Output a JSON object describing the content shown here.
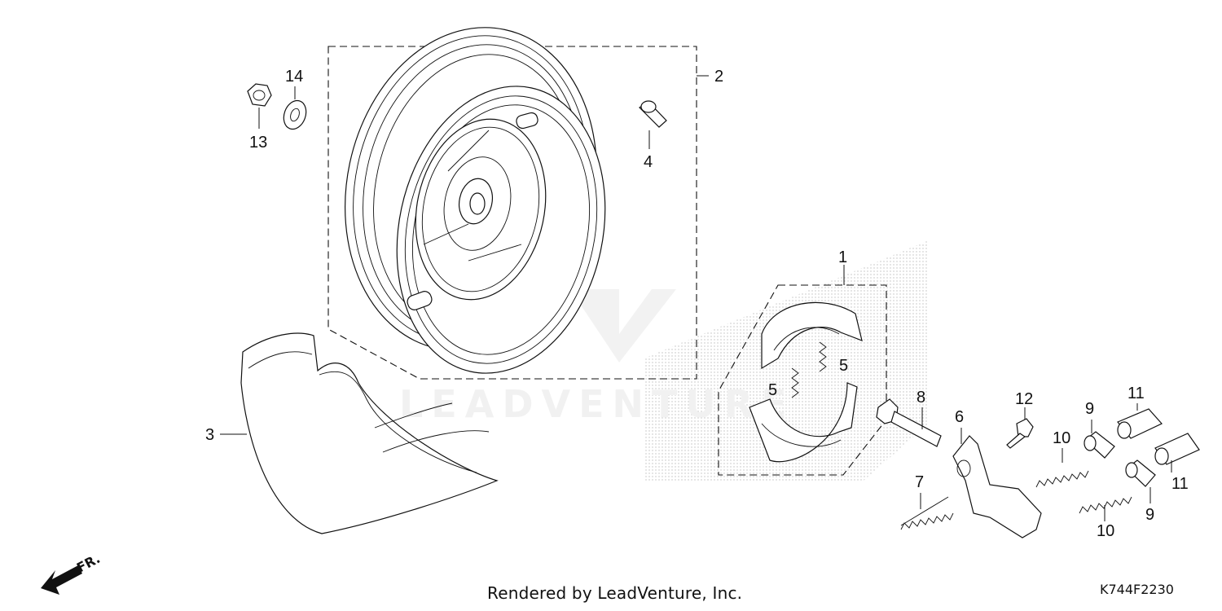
{
  "diagram": {
    "callouts": {
      "c1": "1",
      "c2": "2",
      "c3": "3",
      "c4": "4",
      "c5a": "5",
      "c5b": "5",
      "c6": "6",
      "c7": "7",
      "c8": "8",
      "c9a": "9",
      "c9b": "9",
      "c10a": "10",
      "c10b": "10",
      "c11a": "11",
      "c11b": "11",
      "c12": "12",
      "c13": "13",
      "c14": "14"
    },
    "direction_label": "FR.",
    "watermark_text": "LEADVENTURE"
  },
  "footer": {
    "render_credit": "Rendered by LeadVenture, Inc.",
    "diagram_code": "K744F2230"
  }
}
